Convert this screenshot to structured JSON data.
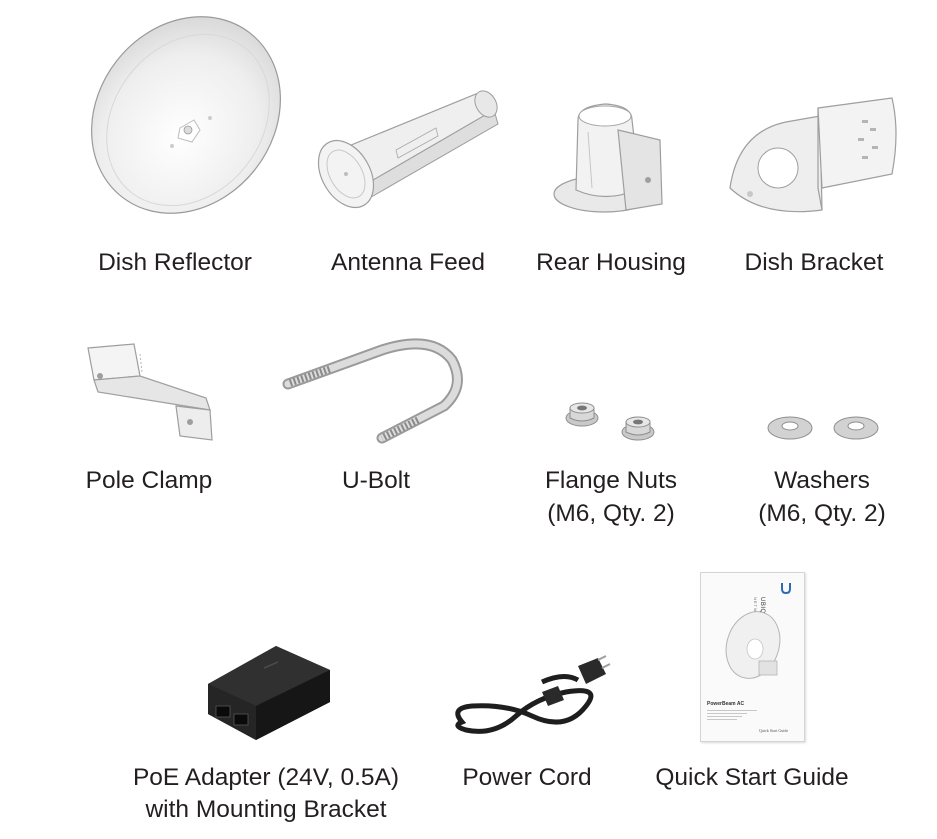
{
  "items": {
    "dish_reflector": {
      "label": "Dish Reflector"
    },
    "antenna_feed": {
      "label": "Antenna Feed"
    },
    "rear_housing": {
      "label": "Rear Housing"
    },
    "dish_bracket": {
      "label": "Dish Bracket"
    },
    "pole_clamp": {
      "label": "Pole Clamp"
    },
    "u_bolt": {
      "label": "U-Bolt"
    },
    "flange_nuts": {
      "label_line1": "Flange Nuts",
      "label_line2": "(M6, Qty. 2)"
    },
    "washers": {
      "label_line1": "Washers",
      "label_line2": "(M6, Qty. 2)"
    },
    "poe_adapter": {
      "label_line1": "PoE Adapter (24V, 0.5A)",
      "label_line2": "with Mounting Bracket"
    },
    "power_cord": {
      "label": "Power Cord"
    },
    "quick_start_guide": {
      "label": "Quick Start Guide",
      "booklet_brand": "UBIQUITI",
      "booklet_brand_sub": "NETWORKS",
      "booklet_product": "PowerBeam AC",
      "booklet_footer": "Quick Start Guide"
    }
  },
  "colors": {
    "text": "#231f20",
    "plastic": "#eeeeee",
    "plastic_shade": "#cfcfcf",
    "metal": "#b9b9b9",
    "adapter": "#1c1c1c",
    "brand_blue": "#2b6cb0"
  }
}
